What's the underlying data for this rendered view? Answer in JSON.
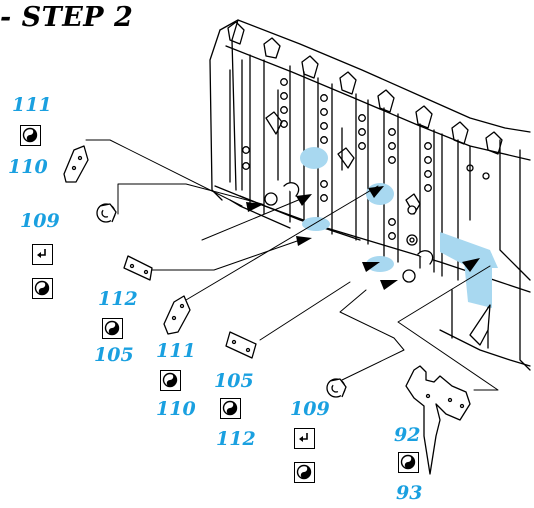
{
  "header": {
    "title": "- STEP 2"
  },
  "labels": {
    "l111a": "111",
    "l110a": "110",
    "l109a": "109",
    "l112a": "112",
    "l105a": "105",
    "l111b": "111",
    "l110b": "110",
    "l105b": "105",
    "l112b": "112",
    "l109b": "109",
    "l92": "92",
    "l93": "93"
  },
  "icons": {
    "glue": "two-part-adhesive-icon",
    "water": "water-slide-icon"
  },
  "colors": {
    "accent": "#1aa0e0",
    "highlight": "#a8d8f0",
    "ink": "#000000"
  }
}
